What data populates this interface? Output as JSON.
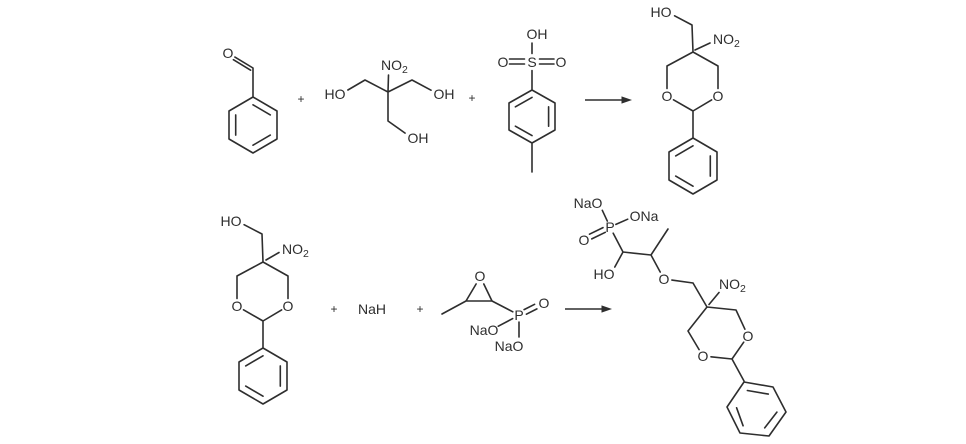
{
  "scheme": {
    "ink_color": "#2e2e2e",
    "background_color": "#ffffff"
  },
  "reaction1": {
    "benzaldehyde": {
      "o_label": "O"
    },
    "plus1": "+",
    "nitrotriol": {
      "ho_label": "HO",
      "no2_label": "NO",
      "no2_subscript": "2",
      "oh_right_label": "OH",
      "oh_bottom_label": "OH"
    },
    "plus2": "+",
    "toluenesulfonic_acid": {
      "oh_label": "OH",
      "o_left_label": "O",
      "s_label": "S",
      "o_right_label": "O"
    },
    "nitro_dioxane_product": {
      "ho_label": "HO",
      "no2_label": "NO",
      "no2_subscript": "2",
      "o_left_label": "O",
      "o_right_label": "O"
    }
  },
  "reaction2": {
    "nitro_dioxane": {
      "ho_label": "HO",
      "no2_label": "NO",
      "no2_subscript": "2",
      "o_left_label": "O",
      "o_right_label": "O"
    },
    "plus1": "+",
    "sodium_hydride": "NaH",
    "plus2": "+",
    "epoxy_phosphonate": {
      "epoxide_o_label": "O",
      "p_label": "P",
      "o_double_label": "O",
      "nao_left_label": "NaO",
      "nao_bottom_label": "NaO"
    },
    "phosphonate_product": {
      "nao_label": "NaO",
      "ona_label": "ONa",
      "p_label": "P",
      "o_double_label": "O",
      "ho_label": "HO",
      "o_ether_label": "O",
      "no2_label": "NO",
      "no2_subscript": "2",
      "ring_o_right_label": "O",
      "ring_o_left_label": "O"
    }
  }
}
